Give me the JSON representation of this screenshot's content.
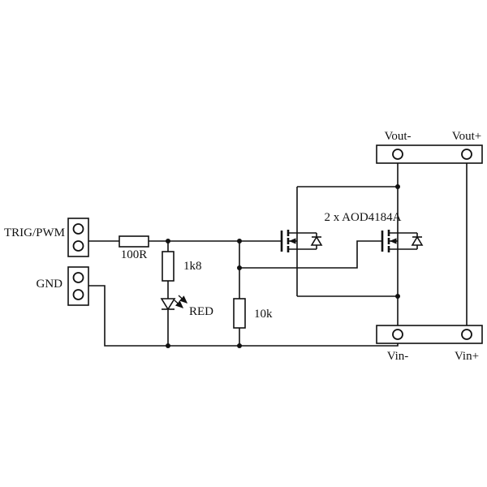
{
  "diagram": {
    "type": "circuit-schematic",
    "labels": {
      "trig_pwm": "TRIG/PWM",
      "gnd": "GND",
      "r_series": "100R",
      "r_led": "1k8",
      "r_pulldown": "10k",
      "led": "RED",
      "mosfet_part": "2 x AOD4184A",
      "vout_minus": "Vout-",
      "vout_plus": "Vout+",
      "vin_minus": "Vin-",
      "vin_plus": "Vin+"
    },
    "colors": {
      "line": "#111111",
      "background": "#ffffff"
    }
  }
}
